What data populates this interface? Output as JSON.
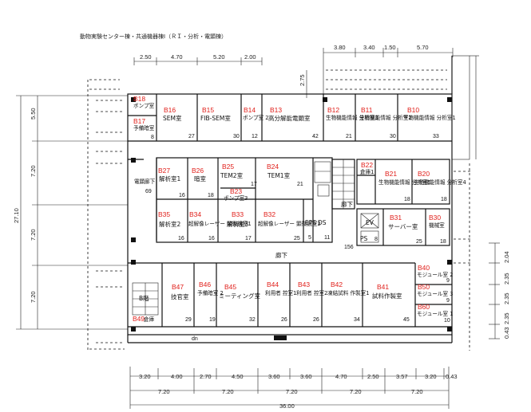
{
  "caption": "動物実験センター棟・共通機器棟Ⅰ（ＲＩ・分析・電顕棟）",
  "dimensions": {
    "top_left": [
      "2.50",
      "4.70",
      "5.20",
      "2.00"
    ],
    "top_right": [
      "3.80",
      "3.40",
      "1.50",
      "5.70"
    ],
    "top_side": "2.75",
    "bottom_spans": [
      "3.20",
      "4.00",
      "2.70",
      "4.50",
      "3.60",
      "3.60",
      "4.70",
      "2.50",
      "3.57",
      "3.20",
      "0.43"
    ],
    "bottom_bays": [
      "7.20",
      "7.20",
      "7.20",
      "7.20",
      "7.20"
    ],
    "bottom_total": "36.00",
    "left_spans": [
      "5.50",
      "7.20",
      "7.20",
      "7.20"
    ],
    "left_total": "27.10",
    "right_side": [
      "2.04",
      "2.35",
      "2.35",
      "2.35",
      "0.43"
    ]
  },
  "rooms": [
    {
      "id": "B18",
      "name": "ポンプ室",
      "area": ""
    },
    {
      "id": "B17",
      "name": "予備暗室",
      "area": "8"
    },
    {
      "id": "B16",
      "name": "SEM室",
      "area": "27"
    },
    {
      "id": "B15",
      "name": "FIB-SEM室",
      "area": "30"
    },
    {
      "id": "B14",
      "name": "ポンプ室 2",
      "area": "12"
    },
    {
      "id": "B13",
      "name": "高分解能電顕室",
      "area": "42"
    },
    {
      "id": "B12",
      "name": "生物機能情報 分析室3",
      "area": "21"
    },
    {
      "id": "B11",
      "name": "生物機能情報 分析室2",
      "area": "30"
    },
    {
      "id": "B10",
      "name": "生物機能情報 分析室1",
      "area": "33"
    },
    {
      "id": "",
      "name": "電顕廊下",
      "area": "69"
    },
    {
      "id": "B27",
      "name": "解析室1",
      "area": "16"
    },
    {
      "id": "B26",
      "name": "暗室",
      "area": "18"
    },
    {
      "id": "B25",
      "name": "TEM2室",
      "area": "17"
    },
    {
      "id": "B24",
      "name": "TEM1室",
      "area": "21"
    },
    {
      "id": "B23",
      "name": "ポンプ室3",
      "area": ""
    },
    {
      "id": "B22",
      "name": "倉庫1",
      "area": ""
    },
    {
      "id": "B21",
      "name": "生物機能情報 分析室5",
      "area": "18"
    },
    {
      "id": "B20",
      "name": "生物機能情報 分析室4",
      "area": "18"
    },
    {
      "id": "B35",
      "name": "解析室2",
      "area": "16"
    },
    {
      "id": "B34",
      "name": "超解像レーザー 顕微鏡室1",
      "area": "16"
    },
    {
      "id": "B33",
      "name": "解析室3",
      "area": "17"
    },
    {
      "id": "B32",
      "name": "超解像レーザー 顕微鏡室2",
      "area": "25"
    },
    {
      "id": "",
      "name": "EPS",
      "area": "5"
    },
    {
      "id": "",
      "name": "DS",
      "area": "11"
    },
    {
      "id": "B31",
      "name": "サーバー室",
      "area": "25"
    },
    {
      "id": "B30",
      "name": "機械室",
      "area": "18"
    },
    {
      "id": "B47",
      "name": "技官室",
      "area": "29"
    },
    {
      "id": "B46",
      "name": "予備暗室 2",
      "area": "19"
    },
    {
      "id": "B45",
      "name": "ミーティング室",
      "area": "32"
    },
    {
      "id": "B44",
      "name": "利用者 控室1",
      "area": "26"
    },
    {
      "id": "B43",
      "name": "利用者 控室2",
      "area": "26"
    },
    {
      "id": "B42",
      "name": "凍結試料 作製室1",
      "area": "34"
    },
    {
      "id": "B41",
      "name": "試料作製室",
      "area": "45"
    },
    {
      "id": "B40",
      "name": "モジュール室 2",
      "area": "9"
    },
    {
      "id": "B50",
      "name": "モジュール室 3",
      "area": "9"
    },
    {
      "id": "B60",
      "name": "モジュール室 1",
      "area": "10"
    },
    {
      "id": "B49",
      "name": "倉庫",
      "area": ""
    }
  ],
  "labels": {
    "corridor_upper": "廊下",
    "corridor_right": "廊下",
    "corridor_area": "156",
    "ev": "EV",
    "ps": "PS",
    "ps_area": "8",
    "stair": "B階",
    "dn": "dn"
  }
}
